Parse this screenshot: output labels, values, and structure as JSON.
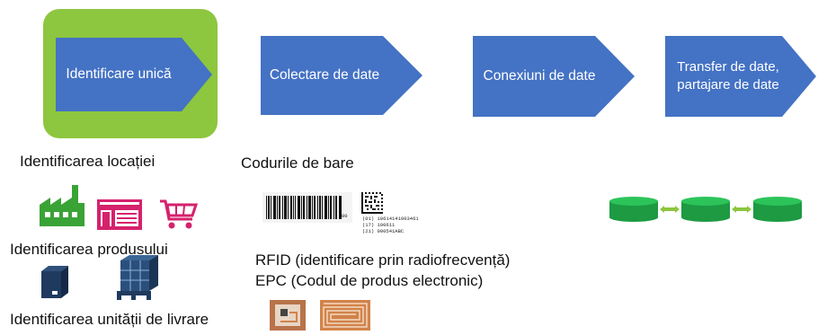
{
  "steps": [
    {
      "label": "Identificare unică"
    },
    {
      "label": "Colectare de date"
    },
    {
      "label": "Conexiuni de date"
    },
    {
      "label": "Transfer de date, partajare de date"
    }
  ],
  "labels": {
    "location_id": "Identificarea locației",
    "product_id": "Identificarea produsului",
    "delivery_id": "Identificarea unității de livrare",
    "barcodes": "Codurile de bare",
    "rfid": "RFID (identificare prin radiofrecvență)",
    "epc": "EPC (Codul de produs electronic)"
  },
  "barcode": {
    "line1": "(01) 10614141003461",
    "line2": "(17) 100611",
    "line3": "(21) 000541ABC",
    "small_digits": "00"
  },
  "colors": {
    "chevron_blue": "#4472c4",
    "highlight_green": "#8dc63f",
    "icon_green": "#3aa335",
    "icon_magenta": "#d6216d",
    "icon_navy": "#1f3a5f",
    "disk_green": "#23b14d",
    "arrow_green": "#8cc63f",
    "rfid_copper": "#d2834a"
  },
  "icons": {
    "factory": "factory-icon",
    "warehouse": "warehouse-icon",
    "cart": "shopping-cart-icon",
    "box": "box-icon",
    "pallet": "pallet-icon",
    "rfid_chip": "rfid-chip-icon",
    "rfid_antenna": "rfid-antenna-icon",
    "database": "database-icon"
  }
}
